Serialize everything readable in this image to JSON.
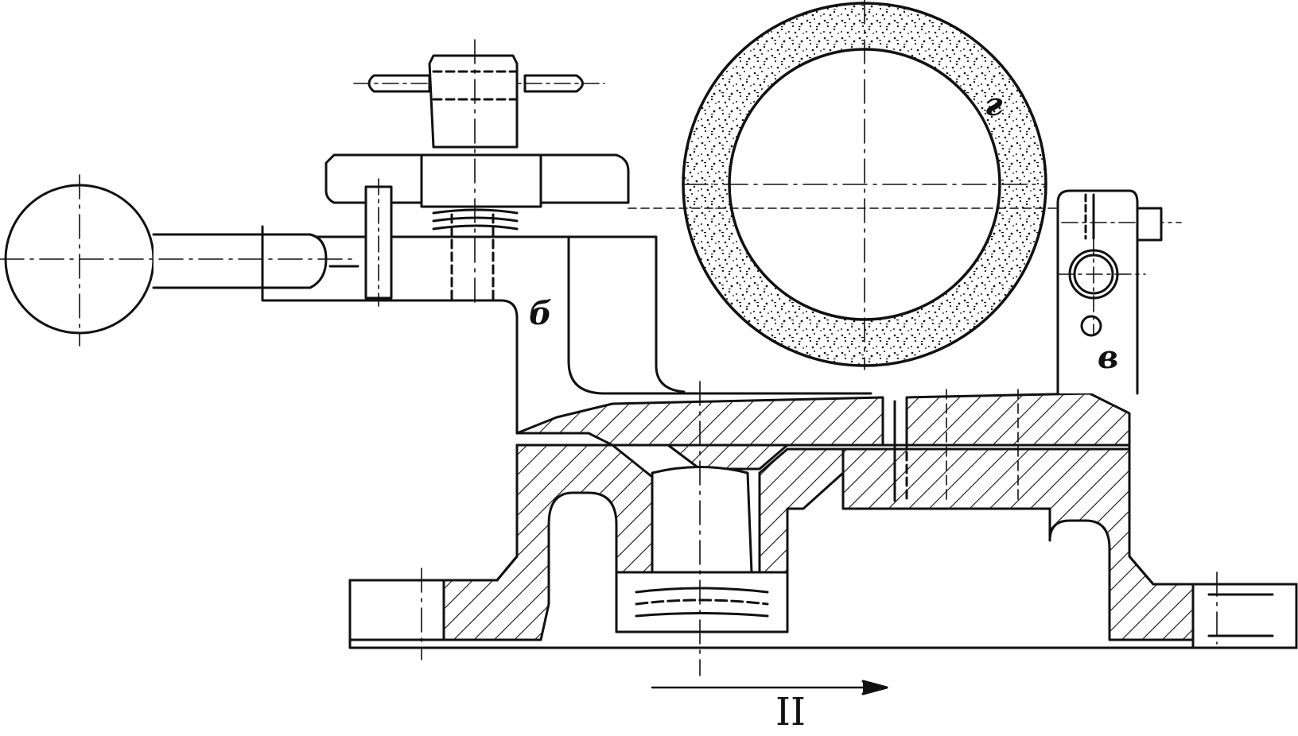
{
  "labels": {
    "b": "б",
    "v": "в",
    "g": "г",
    "section": "II"
  },
  "colors": {
    "ink": "#111111",
    "paper": "#ffffff"
  }
}
